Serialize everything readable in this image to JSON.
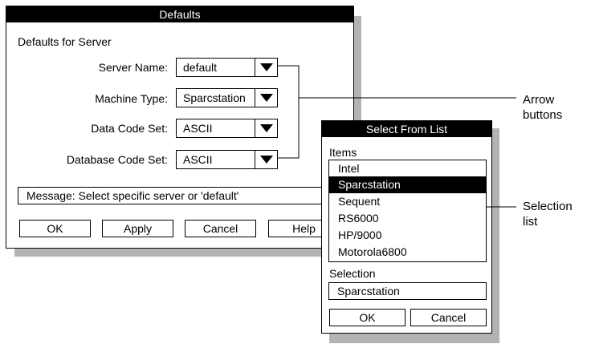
{
  "defaults_window": {
    "title": "Defaults",
    "heading": "Defaults for Server",
    "fields": [
      {
        "label": "Server Name:",
        "value": "default"
      },
      {
        "label": "Machine Type:",
        "value": "Sparcstation"
      },
      {
        "label": "Data Code Set:",
        "value": "ASCII"
      },
      {
        "label": "Database Code Set:",
        "value": "ASCII"
      }
    ],
    "message": "Message: Select specific server or 'default'",
    "buttons": {
      "ok": "OK",
      "apply": "Apply",
      "cancel": "Cancel",
      "help": "Help"
    }
  },
  "select_window": {
    "title": "Select From List",
    "items_label": "Items",
    "items": [
      "Intel",
      "Sparcstation",
      "Sequent",
      "RS6000",
      "HP/9000",
      "Motorola6800"
    ],
    "selected_item": "Sparcstation",
    "selection_label": "Selection",
    "selection_value": "Sparcstation",
    "buttons": {
      "ok": "OK",
      "cancel": "Cancel"
    }
  },
  "callouts": {
    "arrow_buttons": {
      "line1": "Arrow",
      "line2": "buttons"
    },
    "selection_list": {
      "line1": "Selection",
      "line2": "list"
    }
  },
  "icons": [
    "down-arrow-icon"
  ],
  "colors": {
    "title_bg": "#000000",
    "shadow": "#b3b3b3",
    "selected_bg": "#000000"
  }
}
